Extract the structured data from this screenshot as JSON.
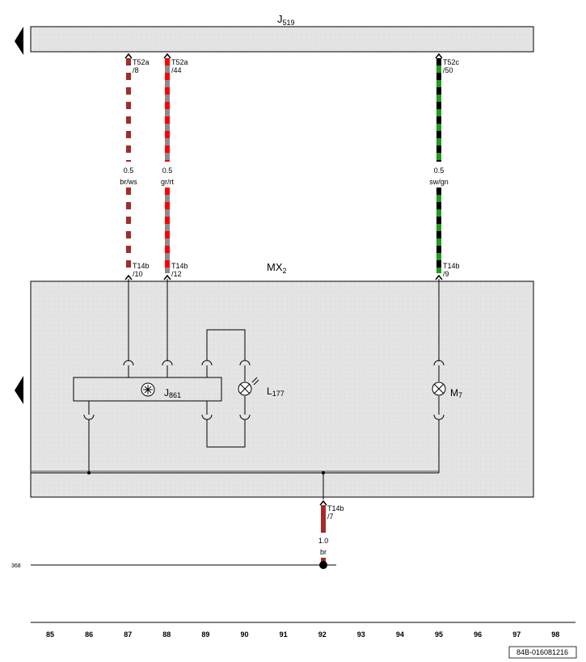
{
  "components": {
    "top_unit": {
      "name": "J",
      "sub": "519"
    },
    "bottom_unit": {
      "name": "MX",
      "sub": "2"
    },
    "control_unit": {
      "name": "J",
      "sub": "861"
    },
    "lamp_l": {
      "name": "L",
      "sub": "177"
    },
    "lamp_m": {
      "name": "M",
      "sub": "7"
    }
  },
  "wires": [
    {
      "id": "w87",
      "top_conn": "T52a",
      "top_pin": "/8",
      "size": "0.5",
      "color": "br/ws",
      "bot_conn": "T14b",
      "bot_pin": "/10",
      "stripe": [
        "#a52a2a",
        "#ffffff"
      ]
    },
    {
      "id": "w88",
      "top_conn": "T52a",
      "top_pin": "/44",
      "size": "0.5",
      "color": "gr/rt",
      "bot_conn": "T14b",
      "bot_pin": "/12",
      "stripe": [
        "#ff0000",
        "#8c8c8c"
      ]
    },
    {
      "id": "w95",
      "top_conn": "T52c",
      "top_pin": "/50",
      "size": "0.5",
      "color": "sw/gn",
      "bot_conn": "T14b",
      "bot_pin": "/9",
      "stripe": [
        "#000000",
        "#1e9a1e"
      ]
    }
  ],
  "ground_wire": {
    "conn": "T14b",
    "pin": "/7",
    "size": "1.0",
    "color": "br",
    "stripe": "#a52a2a"
  },
  "reference": "368",
  "footer": {
    "columns": [
      "85",
      "86",
      "87",
      "88",
      "89",
      "90",
      "91",
      "92",
      "93",
      "94",
      "95",
      "96",
      "97",
      "98"
    ],
    "doc_code": "84B-016081216"
  }
}
